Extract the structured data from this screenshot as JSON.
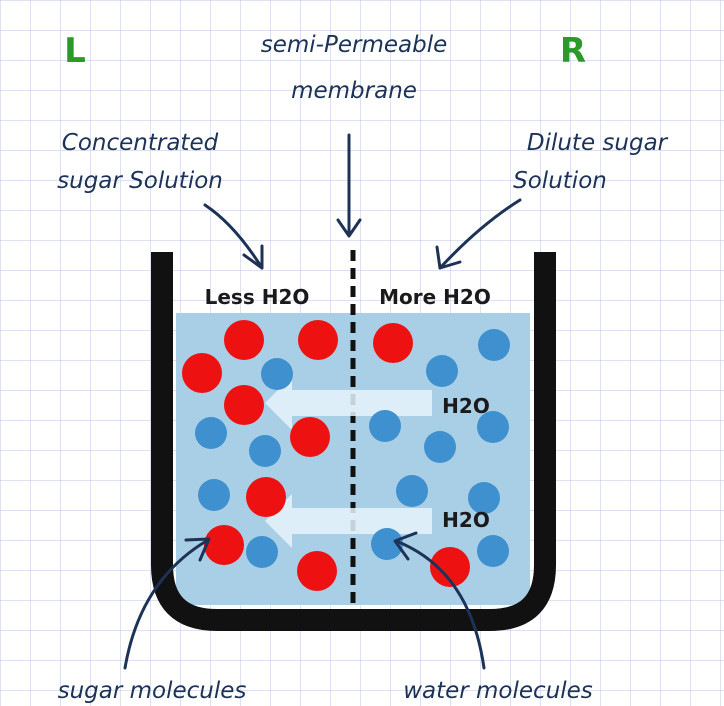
{
  "sides": {
    "left": "L",
    "right": "R"
  },
  "labels": {
    "membrane": [
      "semi-Permeable",
      "membrane"
    ],
    "concentrated": [
      "Concentrated",
      "sugar Solution"
    ],
    "dilute": [
      "Dilute sugar",
      "Solution"
    ],
    "less": "Less H2O",
    "more": "More H2O",
    "flow_top": "H2O",
    "flow_bottom": "H2O",
    "sugar_caption": "sugar molecules",
    "water_caption": "water molecules"
  },
  "colors": {
    "paper": "#ffffff",
    "grid": "#b9c4e3",
    "solution": "#a9cfe6",
    "beaker": "#111111",
    "sugar": "#ee1111",
    "water": "#3f90cf",
    "flow_arrow": "#e6f3fb",
    "ink": "#1c3357",
    "side_letter": "#2a9a2a"
  }
}
